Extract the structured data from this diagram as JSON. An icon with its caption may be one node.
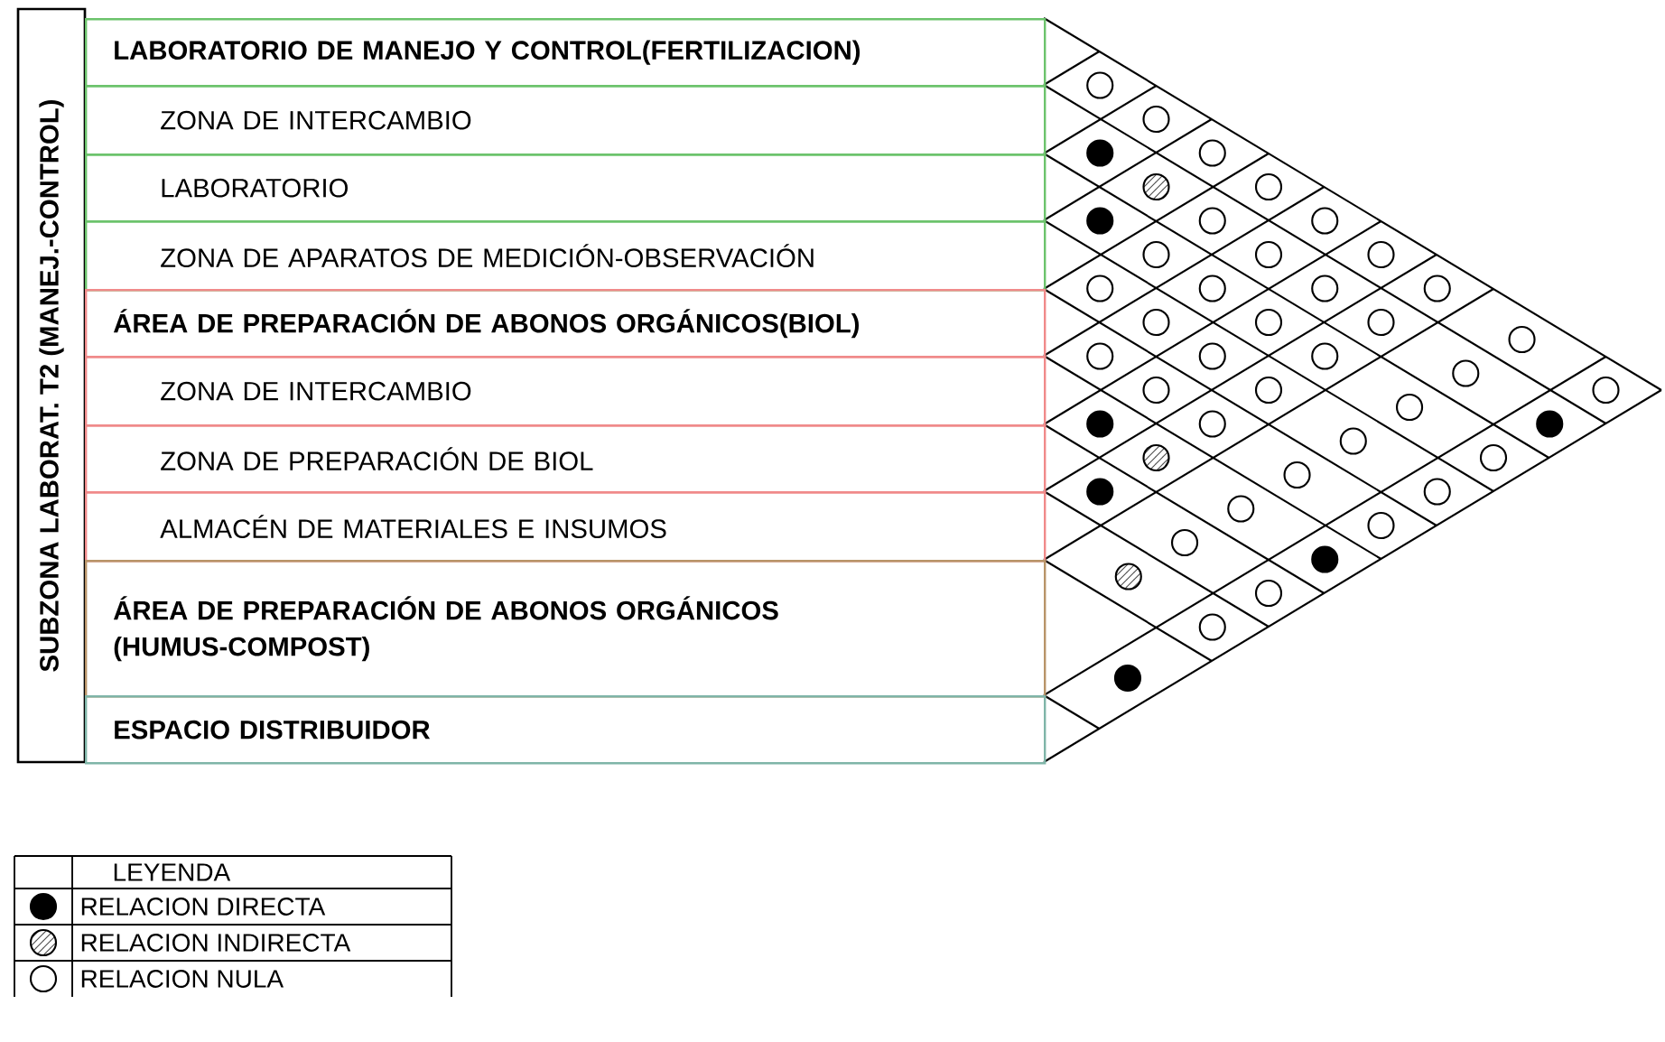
{
  "diagram": {
    "nodes": [
      {
        "text": [
          "SUBZONA LABORAT. T2 (MANEJ.-CONTROL)"
        ]
      },
      {
        "text": [
          "LABORATORIO DE MANEJO Y CONTROL(FERTILIZACION)"
        ]
      },
      {
        "text": [
          "ZONA DE INTERCAMBIO"
        ]
      },
      {
        "text": [
          "LABORATORIO"
        ]
      },
      {
        "text": [
          "ZONA DE APARATOS DE MEDICIÓN-OBSERVACIÓN"
        ]
      },
      {
        "text": [
          "ÁREA DE PREPARACIÓN DE ABONOS ORGÁNICOS(BIOL)"
        ]
      },
      {
        "text": [
          "ZONA DE INTERCAMBIO"
        ]
      },
      {
        "text": [
          "ZONA DE PREPARACIÓN DE BIOL"
        ]
      },
      {
        "text": [
          "ALMACÉN DE MATERIALES E INSUMOS"
        ]
      },
      {
        "text": [
          "ÁREA DE PREPARACIÓN DE ABONOS ORGÁNICOS (HUMUS-COMPOST)"
        ]
      },
      {
        "text": [
          "ESPACIO DISTRIBUIDOR"
        ]
      },
      {
        "text": [],
        "shape": "circle"
      },
      {
        "text": [],
        "shape": "circle"
      },
      {
        "text": [],
        "shape": "dot"
      },
      {
        "text": [],
        "shape": "circle"
      },
      {
        "text": [],
        "shape": "hatched-circle"
      },
      {
        "text": [],
        "shape": "circle"
      },
      {
        "text": [],
        "shape": "dot"
      },
      {
        "text": [],
        "shape": "circle"
      },
      {
        "text": [],
        "shape": "circle"
      },
      {
        "text": [],
        "shape": "circle"
      },
      {
        "text": [],
        "shape": "circle"
      },
      {
        "text": [],
        "shape": "circle"
      },
      {
        "text": [],
        "shape": "circle"
      },
      {
        "text": [],
        "shape": "circle"
      },
      {
        "text": [],
        "shape": "circle"
      },
      {
        "text": [],
        "shape": "circle"
      },
      {
        "text": [],
        "shape": "circle"
      },
      {
        "text": [],
        "shape": "circle"
      },
      {
        "text": [],
        "shape": "circle"
      },
      {
        "text": [],
        "shape": "circle"
      },
      {
        "text": [],
        "shape": "circle"
      },
      {
        "text": [],
        "shape": "circle"
      },
      {
        "text": [],
        "shape": "circle"
      },
      {
        "text": [],
        "shape": "circle"
      },
      {
        "text": [],
        "shape": "circle"
      },
      {
        "text": [],
        "shape": "circle"
      },
      {
        "text": [],
        "shape": "circle"
      },
      {
        "text": [],
        "shape": "circle"
      },
      {
        "text": [],
        "shape": "dot"
      },
      {
        "text": [],
        "shape": "circle"
      },
      {
        "text": [],
        "shape": "dot"
      },
      {
        "text": [],
        "shape": "circle"
      },
      {
        "text": [],
        "shape": "hatched-circle"
      },
      {
        "text": [],
        "shape": "circle"
      },
      {
        "text": [],
        "shape": "circle"
      },
      {
        "text": [],
        "shape": "dot"
      },
      {
        "text": [],
        "shape": "circle"
      },
      {
        "text": [],
        "shape": "circle"
      },
      {
        "text": [],
        "shape": "circle"
      },
      {
        "text": [],
        "shape": "circle"
      },
      {
        "text": [],
        "shape": "dot"
      },
      {
        "text": [],
        "shape": "hatched-circle"
      },
      {
        "text": [],
        "shape": "circle"
      },
      {
        "text": [],
        "shape": "circle"
      },
      {
        "text": [],
        "shape": "dot"
      }
    ],
    "labels": [
      "LEYENDA"
    ],
    "legend": [
      {
        "text": "RELACION DIRECTA"
      },
      {
        "text": "RELACION INDIRECTA"
      },
      {
        "text": "RELACION NULA"
      }
    ]
  }
}
